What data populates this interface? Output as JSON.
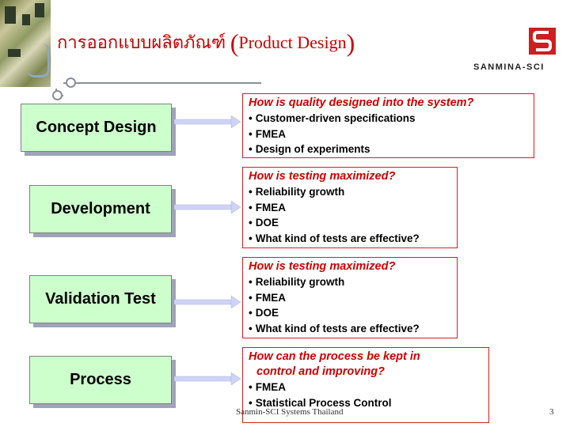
{
  "title": {
    "thai": "การออกแบบผลิตภัณฑ์ ",
    "open_paren": "(",
    "english": "Product Design",
    "close_paren": ")"
  },
  "logo": {
    "text": "SANMINA-SCI"
  },
  "stages": [
    {
      "label": "Concept Design"
    },
    {
      "label": "Development"
    },
    {
      "label": "Validation Test"
    },
    {
      "label": "Process"
    }
  ],
  "info_boxes": [
    {
      "question": "How is quality designed into the system?",
      "question_cont": "",
      "bullets": [
        "Customer-driven specifications",
        "FMEA",
        "Design of experiments"
      ]
    },
    {
      "question": "How is testing maximized?",
      "question_cont": "",
      "bullets": [
        "Reliability growth",
        "FMEA",
        "DOE",
        "What kind of tests are effective?"
      ]
    },
    {
      "question": "How is testing maximized?",
      "question_cont": "",
      "bullets": [
        "Reliability growth",
        "FMEA",
        "DOE",
        "What kind of tests are effective?"
      ]
    },
    {
      "question": "How can the process be kept in",
      "question_cont": "control and improving?",
      "bullets": [
        "FMEA",
        "Statistical Process Control"
      ]
    }
  ],
  "footer": {
    "company": "Sanmin-SCI Systems Thailand",
    "page_number": "3"
  },
  "colors": {
    "title": "#cc0000",
    "stage_fill": "#ccffcc",
    "box_border": "#d02020",
    "arrow": "#cfd3f5"
  }
}
